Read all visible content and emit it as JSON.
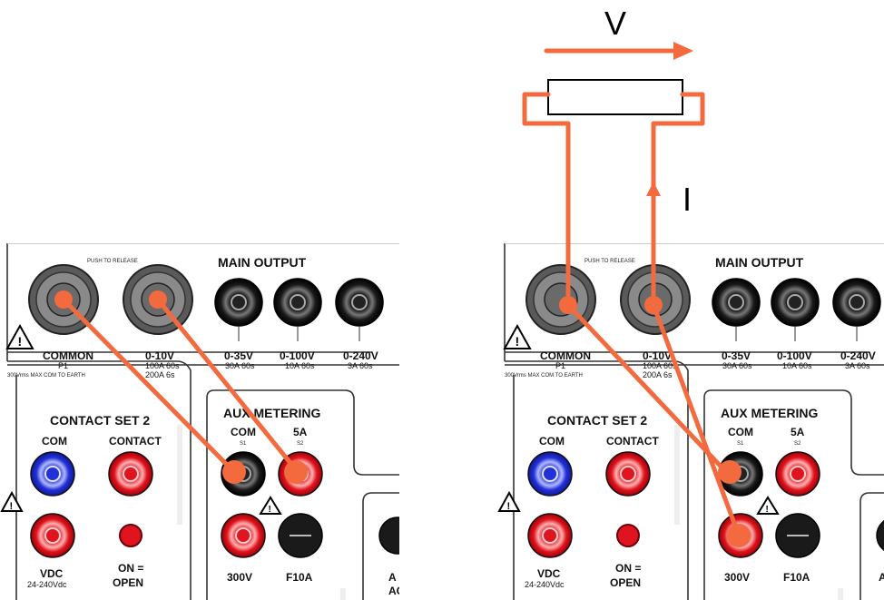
{
  "annotations": {
    "voltage": "V",
    "current": "I"
  },
  "panel": {
    "push_to_release": "PUSH TO RELEASE",
    "main_output": "MAIN OUTPUT",
    "common": "COMMON",
    "p1": "P1",
    "earth_note": "300Vrms MAX COM TO EARTH",
    "t_0_10v": "0-10V",
    "t_0_10v_rating1": "100A 60s",
    "t_0_10v_rating2": "200A 6s",
    "t_0_35v": "0-35V",
    "t_0_35v_rating": "30A 60s",
    "t_0_100v": "0-100V",
    "t_0_100v_rating": "10A 60s",
    "t_0_240v": "0-240V",
    "t_0_240v_rating": "3A 60s",
    "contact_set": "CONTACT SET 2",
    "com": "COM",
    "contact": "CONTACT",
    "vdc": "VDC",
    "vdc_range": "24-240Vdc",
    "on": "ON =",
    "open": "OPEN",
    "aux_metering": "AUX METERING",
    "aux_com": "COM",
    "s1": "S1",
    "aux_5a": "5A",
    "s2": "S2",
    "aux_300v": "300V",
    "f10a": "F10A",
    "partial_a": "A",
    "partial_ac": "AC"
  },
  "colors": {
    "wire": "#f26a3d",
    "terminal_red": "#e0141e",
    "terminal_blue": "#2230d8",
    "terminal_black": "#222222",
    "terminal_grey": "#6a6a6a",
    "arrow": "#f26a3d"
  }
}
